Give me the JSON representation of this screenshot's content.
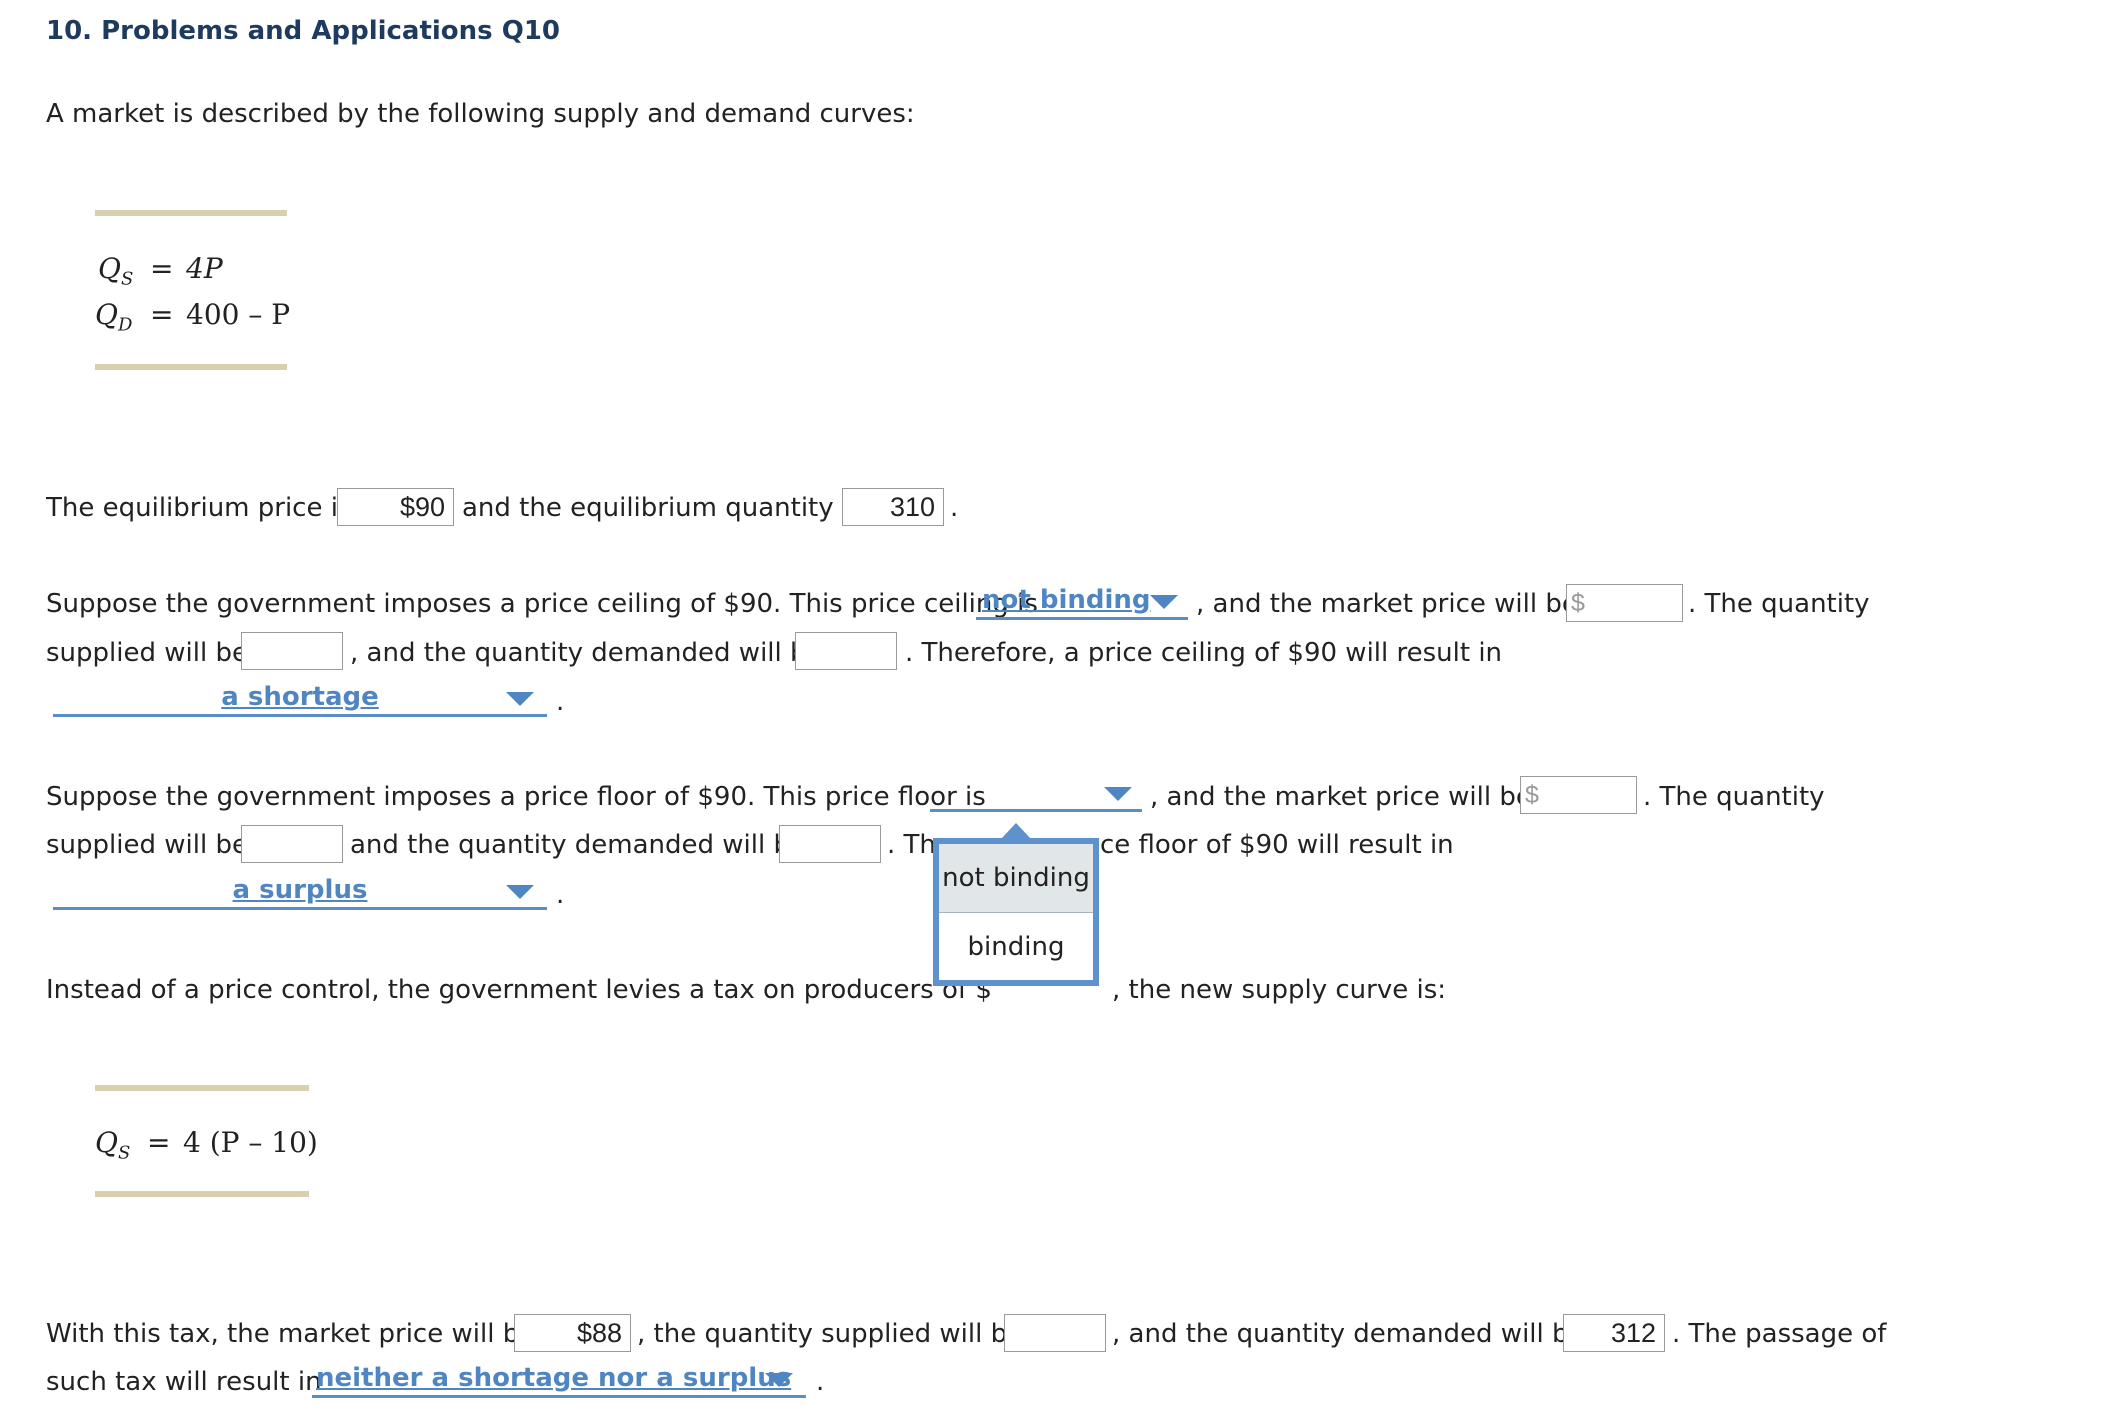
{
  "title": "10. Problems and Applications Q10",
  "intro": "A market is described by the following supply and demand curves:",
  "equations1": {
    "qs_lhs": "Q",
    "qs_sub": "S",
    "qs_rhs": "4P",
    "qd_lhs": "Q",
    "qd_sub": "D",
    "qd_rhs": "400 – P"
  },
  "equilibrium": {
    "text_a": "The equilibrium price is",
    "price_value": "$90",
    "text_b": "and the equilibrium quantity is",
    "quantity_value": "310",
    "text_c": "."
  },
  "ceiling": {
    "text_a": "Suppose the government imposes a price ceiling of $90. This price ceiling is",
    "binding_selected": "not binding",
    "text_b": ", and the market price will be",
    "dollar_sign": "$",
    "text_c": ". The quantity",
    "text_d": "supplied will be",
    "text_e": ", and the quantity demanded will be",
    "text_f": ". Therefore, a price ceiling of $90 will result in",
    "result_selected": "a shortage",
    "period": "."
  },
  "floor": {
    "text_a": "Suppose the government imposes a price floor of $90. This price floor is",
    "binding_selected": "",
    "text_b": ", and the market price will be",
    "dollar_sign": "$",
    "text_c": ". The quantity",
    "text_d": "supplied will be",
    "text_e": "and the quantity demanded will be",
    "text_f_left": ". Th",
    "text_f_right": "ce floor of $90 will result in",
    "result_selected": "a surplus",
    "period": "."
  },
  "dropdown_popup": {
    "options": [
      "not binding",
      "binding"
    ],
    "highlighted": "not binding"
  },
  "tax": {
    "text_left": "Instead of a price control, the government levies a tax on producers of $",
    "text_right": ", the new supply curve is:"
  },
  "equations2": {
    "qs_lhs": "Q",
    "qs_sub": "S",
    "qs_rhs": "4 (P – 10)"
  },
  "tax_result": {
    "text_a": "With this tax, the market price will be",
    "price_value": "$88",
    "text_b": ", the quantity supplied will be",
    "text_c": ", and the quantity demanded will be",
    "demanded_value": "312",
    "text_d": ". The passage of",
    "text_e": "such tax will result in",
    "result_selected": "neither a shortage nor a surplus",
    "period": "."
  }
}
